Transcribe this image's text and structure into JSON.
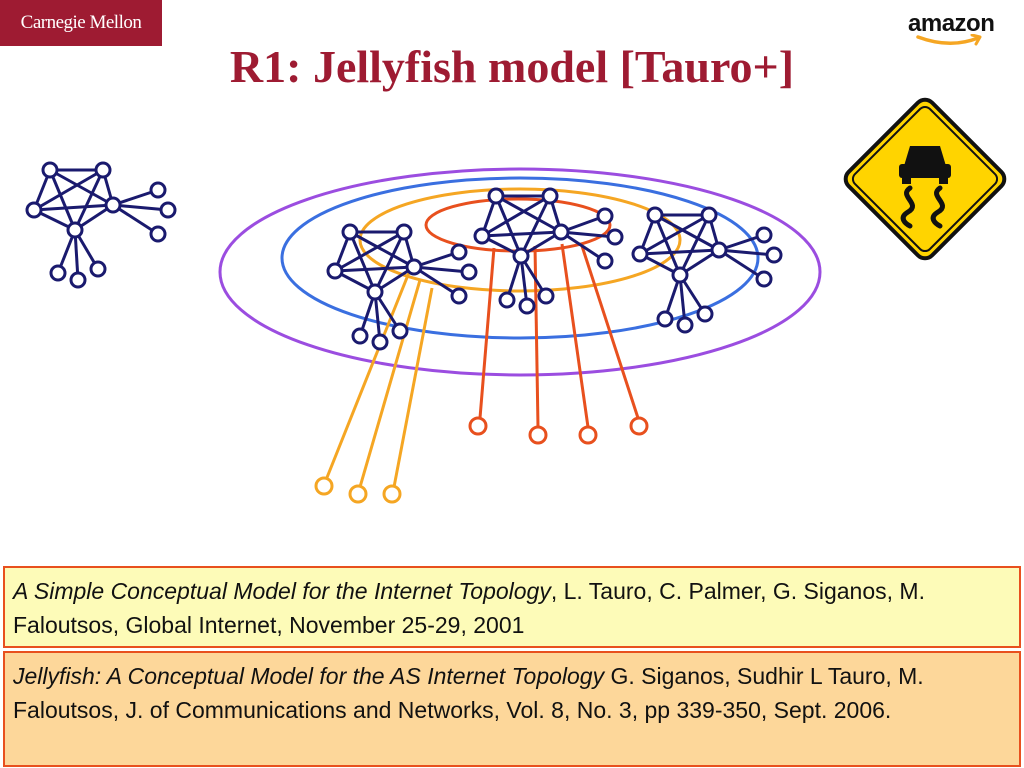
{
  "header": {
    "logo_left": "Carnegie Mellon",
    "logo_right": "amazon",
    "title": "R1: Jellyfish model [Tauro+]"
  },
  "colors": {
    "title": "#9e1b32",
    "node": "#1a1a6e",
    "ring_inner": "#e8501e",
    "ring_second": "#f5a623",
    "ring_third": "#3a6fe0",
    "ring_outer": "#9b4de0",
    "tendril_orange": "#f5a623",
    "tendril_red": "#e8501e",
    "sign_yellow": "#ffd400",
    "ref1_bg": "#fdfbb8",
    "ref2_bg": "#fdd79a",
    "ref_border": "#e8501e"
  },
  "icons": {
    "road_sign": "slippery-road-sign-icon"
  },
  "references": [
    {
      "title": "A Simple Conceptual Model for the Internet Topology",
      "rest": ", L. Tauro, C. Palmer, G. Siganos, M. Faloutsos, Global Internet, November 25-29, 2001"
    },
    {
      "title": "Jellyfish: A Conceptual Model for the AS Internet Topology",
      "rest": " G. Siganos, Sudhir L Tauro, M. Faloutsos, J. of Communications and Networks, Vol. 8, No. 3, pp 339-350, Sept. 2006."
    }
  ]
}
